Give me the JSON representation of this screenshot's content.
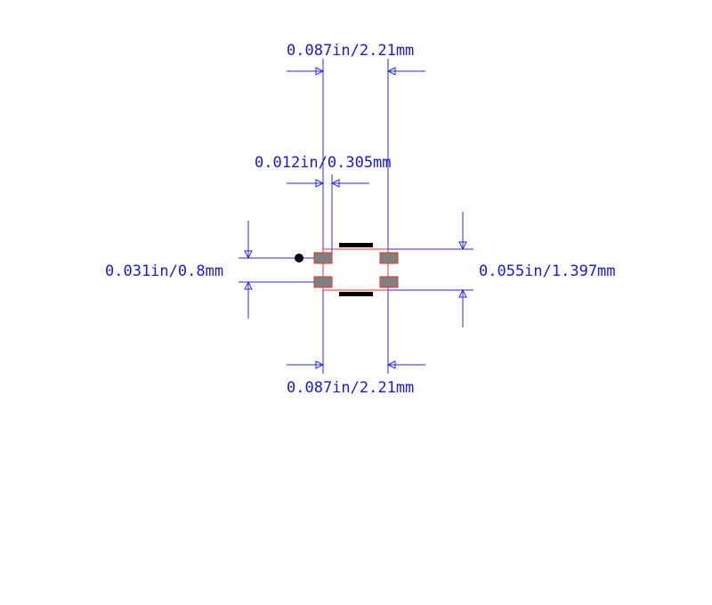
{
  "dimensions": {
    "width_top": "0.087in/2.21mm",
    "pad_width": "0.012in/0.305mm",
    "pitch": "0.031in/0.8mm",
    "height": "0.055in/1.397mm",
    "width_bottom": "0.087in/2.21mm"
  },
  "colors": {
    "dimension": "#2a2ae0",
    "dimension_text": "#1a1acc",
    "outline": "#e03030",
    "pad": "#808080",
    "silkscreen": "#000000"
  }
}
